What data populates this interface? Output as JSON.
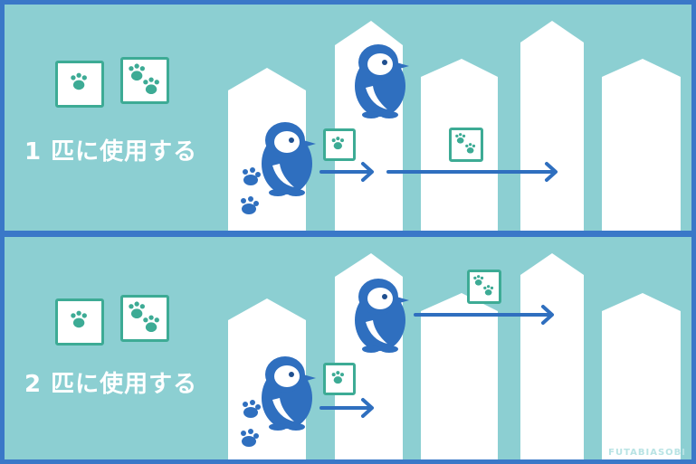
{
  "panels": [
    {
      "label": "1 匹に使用する"
    },
    {
      "label": "2 匹に使用する"
    }
  ],
  "watermark": "FUTABIASOBI",
  "icons": {
    "penguin": "penguin-character-icon",
    "footprint": "footprint-icon",
    "single_print_card": "single-footprint-card-icon",
    "double_print_card": "double-footprint-card-icon",
    "arrow": "arrow-right-icon"
  },
  "colors": {
    "background": "#8ccfd2",
    "frame": "#3a78c8",
    "building": "#ffffff",
    "penguin": "#2f6fbf",
    "card_border": "#3dab95",
    "arrow": "#2f6fbf"
  }
}
